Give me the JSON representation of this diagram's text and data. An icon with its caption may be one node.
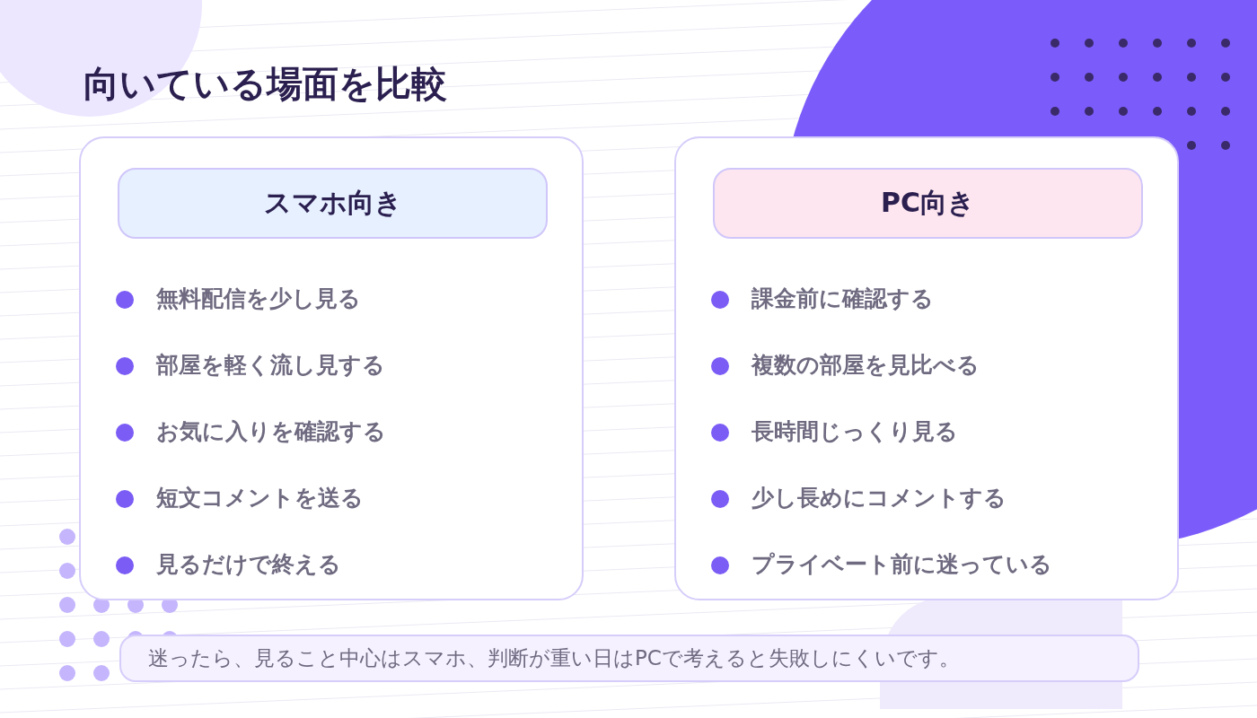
{
  "diagram": {
    "title": "向いている場面を比較",
    "nodes": [
      {
        "text": [
          "無料配信を少し見る",
          "部屋を軽く流し見する",
          "お気に入りを確認する",
          "短文コメントを送る",
          "見るだけで終える"
        ]
      },
      {
        "text": [
          "スマホ向き"
        ],
        "in": 0
      },
      {
        "text": [
          "課金前に確認する",
          "複数の部屋を見比べる",
          "長時間じっくり見る",
          "少し長めにコメントする",
          "プライベート前に迷っている"
        ]
      },
      {
        "text": [
          "PC向き"
        ],
        "in": 2
      },
      {
        "text": [
          "迷ったら、見ること中心はスマホ、判断が重い日はPCで考えると失敗しにくいです。"
        ]
      }
    ]
  }
}
